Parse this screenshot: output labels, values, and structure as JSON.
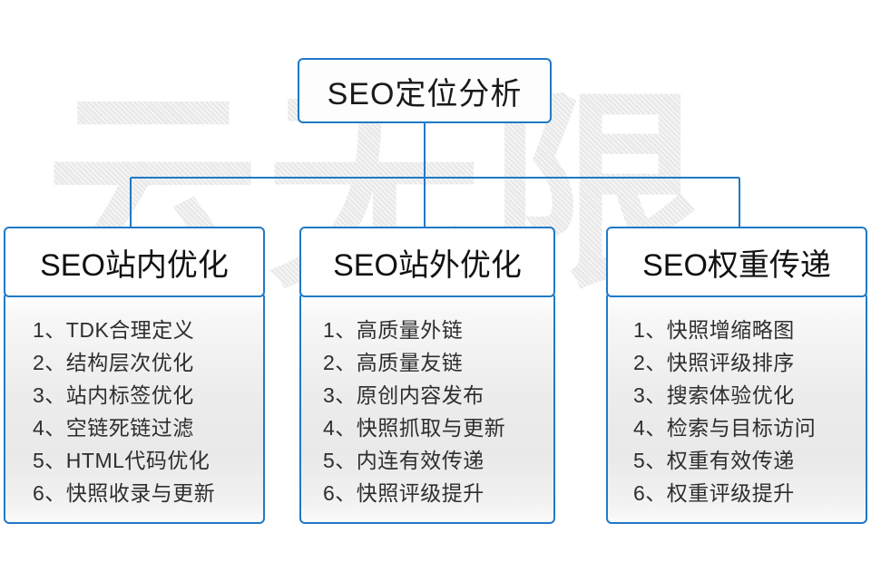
{
  "diagram": {
    "type": "organizational-tree",
    "accent_color": "#2079c7",
    "text_color": "#1a1a1a",
    "background_color": "#ffffff",
    "watermark_text": "云无限",
    "root": {
      "label": "SEO定位分析"
    },
    "columns": [
      {
        "id": "seo-onsite",
        "header": "SEO站内优化",
        "items": [
          "1、TDK合理定义",
          "2、结构层次优化",
          "3、站内标签优化",
          "4、空链死链过滤",
          "5、HTML代码优化",
          "6、快照收录与更新"
        ]
      },
      {
        "id": "seo-offsite",
        "header": "SEO站外优化",
        "items": [
          "1、高质量外链",
          "2、高质量友链",
          "3、原创内容发布",
          "4、快照抓取与更新",
          "5、内连有效传递",
          "6、快照评级提升"
        ]
      },
      {
        "id": "seo-weight",
        "header": "SEO权重传递",
        "items": [
          "1、快照增缩略图",
          "2、快照评级排序",
          "3、搜索体验优化",
          "4、检索与目标访问",
          "5、权重有效传递",
          "6、权重评级提升"
        ]
      }
    ]
  }
}
